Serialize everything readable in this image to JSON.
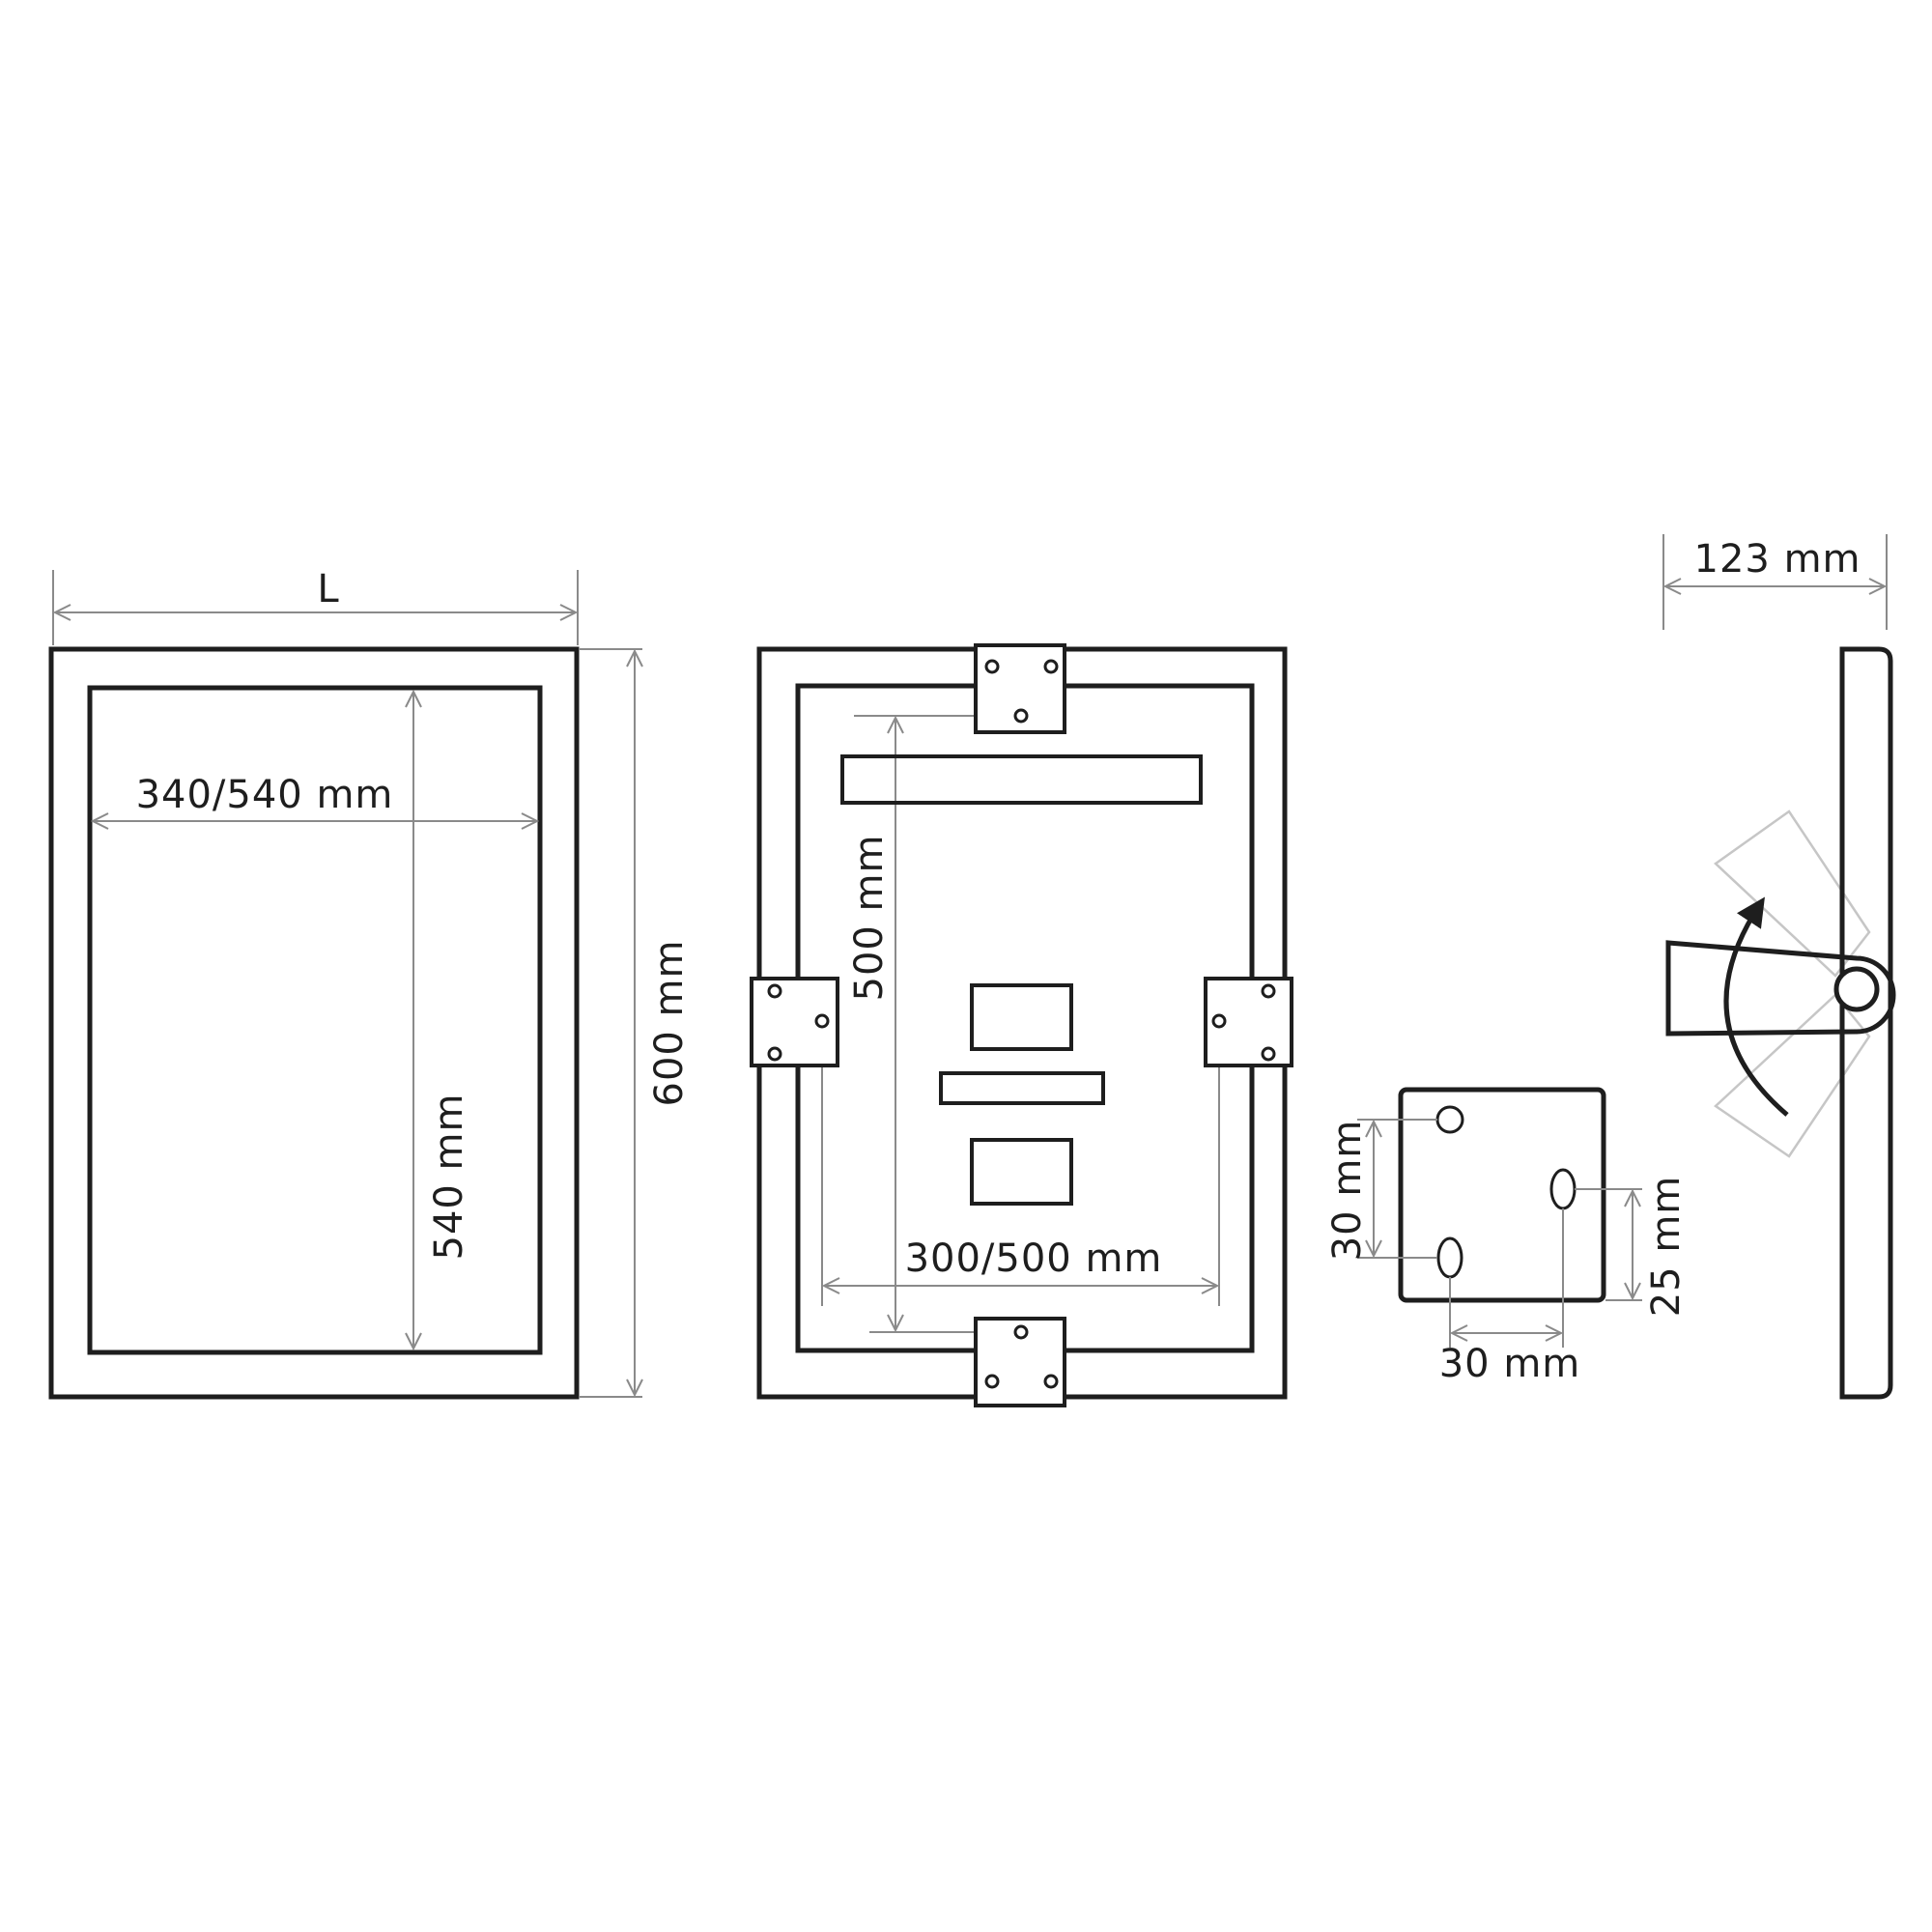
{
  "front_view": {
    "width_label": "L",
    "inner_width_label": "340/540 mm",
    "inner_height_label": "540 mm",
    "outer_height_label": "600 mm"
  },
  "back_view": {
    "bracket_vertical_label": "500 mm",
    "bracket_horizontal_label": "300/500 mm"
  },
  "bracket_detail": {
    "hole_vertical_label": "30 mm",
    "hole_offset_label": "25 mm",
    "hole_horizontal_label": "30 mm"
  },
  "side_view": {
    "depth_label": "123 mm"
  }
}
